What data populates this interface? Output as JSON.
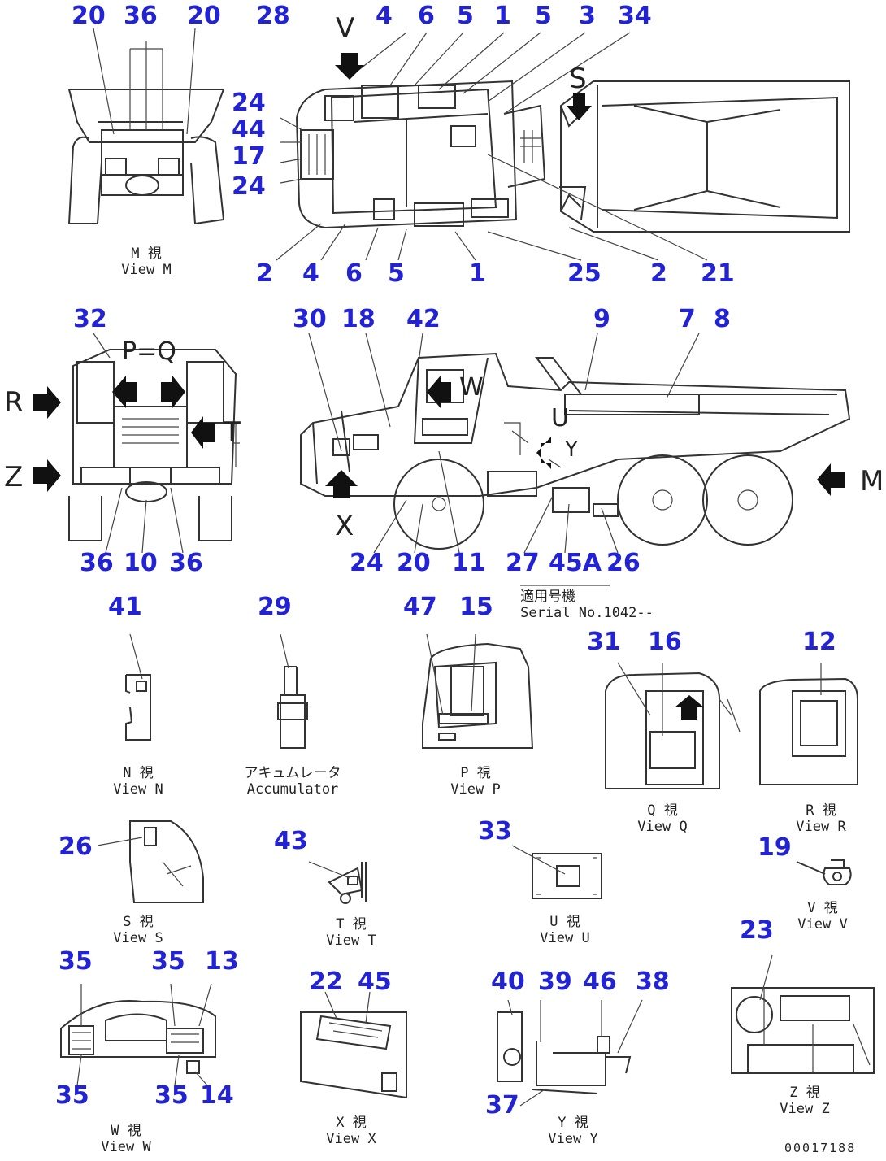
{
  "view_m": {
    "callouts": [
      "20",
      "36",
      "20"
    ],
    "caption_jp": "M 視",
    "caption_en": "View M"
  },
  "top_view": {
    "callouts_top": [
      "28",
      "4",
      "6",
      "5",
      "1",
      "5",
      "3",
      "34"
    ],
    "callouts_left": [
      "24",
      "44",
      "17",
      "24"
    ],
    "callouts_bottom": [
      "2",
      "4",
      "6",
      "5",
      "1",
      "25",
      "2",
      "21"
    ],
    "letters": [
      "V",
      "S"
    ]
  },
  "front_view": {
    "callouts": [
      "32",
      "36",
      "10",
      "36"
    ],
    "letters": [
      "R",
      "Z",
      "T"
    ],
    "mark": "P=Q"
  },
  "side_view": {
    "callouts_top": [
      "30",
      "18",
      "42",
      "9",
      "7",
      "8"
    ],
    "callouts_bottom": [
      "24",
      "20",
      "11",
      "27",
      "45A",
      "26"
    ],
    "letters": [
      "X",
      "W",
      "U",
      "Y",
      "M"
    ],
    "serial_jp": "適用号機",
    "serial_en": "Serial No.1042--"
  },
  "view_n": {
    "callout": "41",
    "caption_jp": "N 視",
    "caption_en": "View N"
  },
  "accumulator": {
    "callout": "29",
    "caption_jp": "アキュムレータ",
    "caption_en": "Accumulator"
  },
  "view_p": {
    "callouts": [
      "47",
      "15"
    ],
    "caption_jp": "P 視",
    "caption_en": "View P"
  },
  "view_q": {
    "callouts": [
      "31",
      "16"
    ],
    "caption_jp": "Q 視",
    "caption_en": "View Q"
  },
  "view_r": {
    "callout": "12",
    "caption_jp": "R 視",
    "caption_en": "View R"
  },
  "view_s": {
    "callout": "26",
    "caption_jp": "S 視",
    "caption_en": "View S"
  },
  "view_t": {
    "callout": "43",
    "caption_jp": "T 視",
    "caption_en": "View T"
  },
  "view_u": {
    "callout": "33",
    "caption_jp": "U 視",
    "caption_en": "View U"
  },
  "view_v": {
    "callout": "19",
    "caption_jp": "V 視",
    "caption_en": "View V"
  },
  "view_w": {
    "callouts": [
      "35",
      "35",
      "13",
      "35",
      "35",
      "14"
    ],
    "caption_jp": "W 視",
    "caption_en": "View W"
  },
  "view_x": {
    "callouts": [
      "22",
      "45"
    ],
    "caption_jp": "X 視",
    "caption_en": "View X"
  },
  "view_y": {
    "callouts": [
      "40",
      "39",
      "46",
      "38",
      "37"
    ],
    "caption_jp": "Y 視",
    "caption_en": "View Y"
  },
  "view_z": {
    "callout": "23",
    "caption_jp": "Z 視",
    "caption_en": "View Z"
  },
  "drawing_number": "00017188",
  "colors": {
    "callout": "#2323d6",
    "line": "#333333"
  }
}
